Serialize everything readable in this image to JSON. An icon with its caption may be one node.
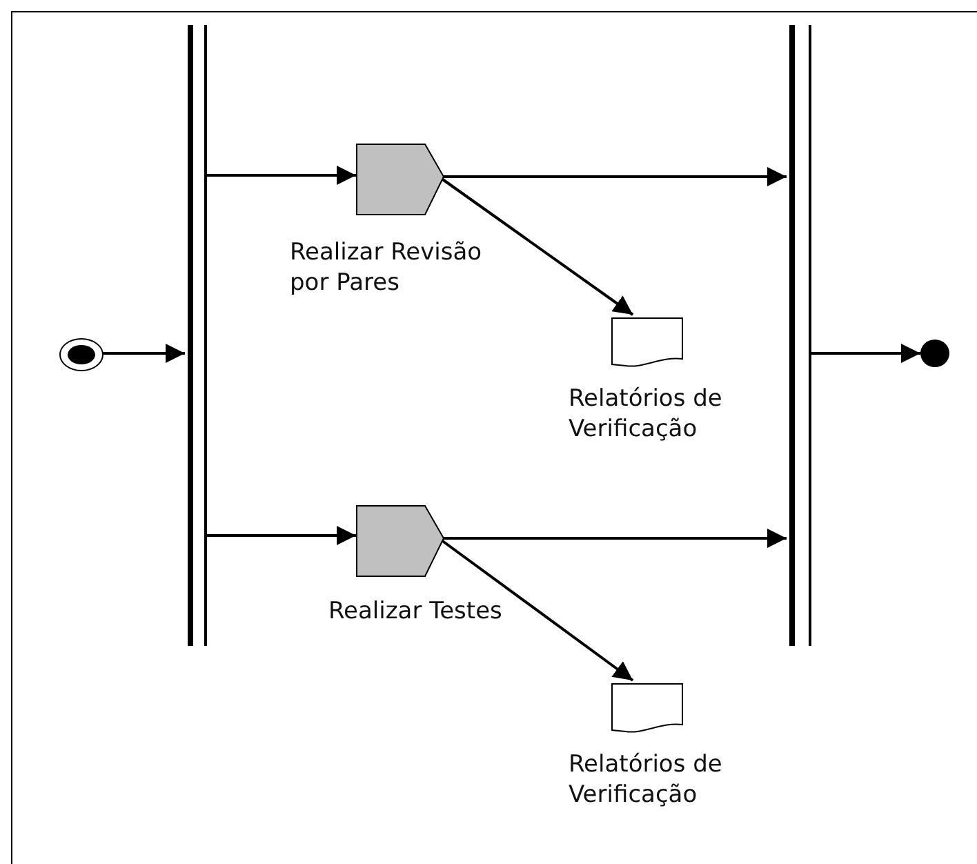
{
  "diagram": {
    "nodes": [
      {
        "text": [],
        "shape": "circle"
      },
      {
        "text": [],
        "shape": "bar"
      },
      {
        "text": [
          "Realizar Revisão por Pares"
        ]
      },
      {
        "text": [
          "Relatórios de Verificação"
        ]
      },
      {
        "text": [
          "Realizar Testes"
        ]
      },
      {
        "text": [
          "Relatórios de Verificação"
        ]
      },
      {
        "text": [],
        "shape": "bar"
      },
      {
        "text": [],
        "shape": "circle"
      }
    ],
    "edges": [
      {
        "from": 0,
        "to": 1,
        "arrow": "to"
      },
      {
        "from": 1,
        "to": 2,
        "arrow": "to"
      },
      {
        "from": 2,
        "to": 6,
        "arrow": "to"
      },
      {
        "from": 2,
        "to": 3,
        "arrow": "to"
      },
      {
        "from": 1,
        "to": 4,
        "arrow": "to"
      },
      {
        "from": 4,
        "to": 6,
        "arrow": "to"
      },
      {
        "from": 4,
        "to": 5,
        "arrow": "to"
      },
      {
        "from": 6,
        "to": 7,
        "arrow": "to"
      }
    ]
  }
}
